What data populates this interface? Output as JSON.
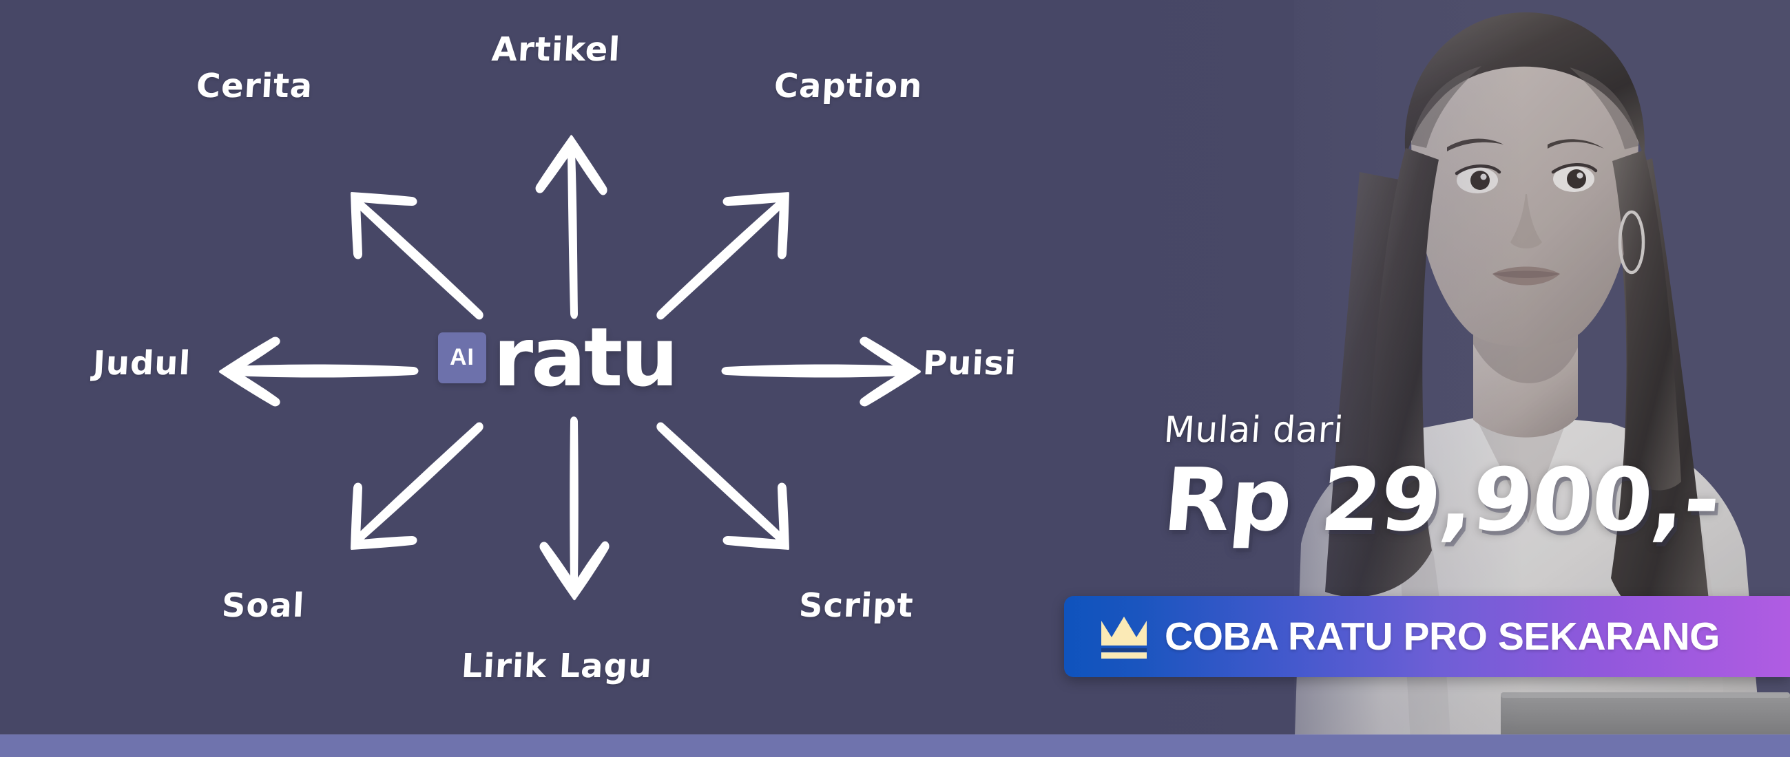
{
  "banner": {
    "background_color": "#474766",
    "bottom_strip_color": "#6f73ad"
  },
  "brand": {
    "badge_text": "AI",
    "badge_color": "#6d71ab",
    "word": "ratu"
  },
  "diagram": {
    "labels": [
      {
        "id": "artikel",
        "text": "Artikel",
        "direction": "up"
      },
      {
        "id": "cerita",
        "text": "Cerita",
        "direction": "up-left"
      },
      {
        "id": "caption",
        "text": "Caption",
        "direction": "up-right"
      },
      {
        "id": "judul",
        "text": "Judul",
        "direction": "left"
      },
      {
        "id": "puisi",
        "text": "Puisi",
        "direction": "right"
      },
      {
        "id": "soal",
        "text": "Soal",
        "direction": "down-left"
      },
      {
        "id": "lirik-lagu",
        "text": "Lirik Lagu",
        "direction": "down"
      },
      {
        "id": "script",
        "text": "Script",
        "direction": "down-right"
      }
    ],
    "arrow_color": "#ffffff",
    "arrow_count": 8
  },
  "offer": {
    "prefix": "Mulai dari",
    "price": "Rp 29,900,-"
  },
  "cta": {
    "label": "COBA RATU PRO SEKARANG",
    "icon": "crown-icon",
    "gradient_start": "#0f53bd",
    "gradient_end": "#b05ce2",
    "crown_color": "#fbeab6"
  },
  "photo": {
    "alt": "young woman with long dark hair using a laptop, grayscale"
  }
}
